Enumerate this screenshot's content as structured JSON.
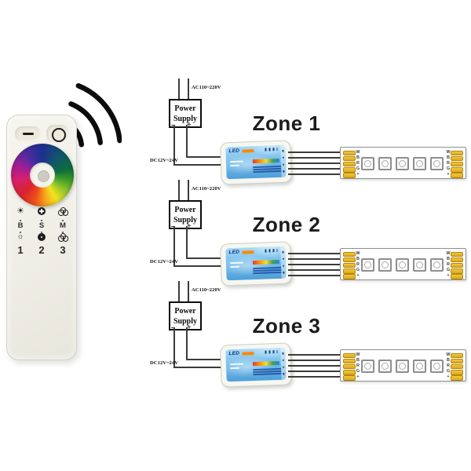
{
  "remote": {
    "icons": {
      "signal": "wireless-arcs",
      "power_dash": "minus-bar",
      "power_circle": "ring",
      "brightness_up": "☀",
      "brightness_down": "☼"
    },
    "keys": {
      "b": "B",
      "s": "S",
      "m": "M"
    },
    "zone_buttons": [
      "1",
      "2",
      "3"
    ]
  },
  "zones": [
    {
      "name": "Zone 1",
      "ac_label": "AC110~220V",
      "dc_label": "DC12V~24V",
      "psu_line1": "Power",
      "psu_line2": "Supply",
      "minus": "-",
      "plus": "+",
      "controller_text": "LED",
      "strip_pads": [
        "W",
        "B",
        "R",
        "G",
        "+"
      ]
    },
    {
      "name": "Zone 2",
      "ac_label": "AC110~220V",
      "dc_label": "DC12V~24V",
      "psu_line1": "Power",
      "psu_line2": "Supply",
      "minus": "-",
      "plus": "+",
      "controller_text": "LED",
      "strip_pads": [
        "W",
        "B",
        "R",
        "G",
        "+"
      ]
    },
    {
      "name": "Zone 3",
      "ac_label": "AC110~220V",
      "dc_label": "DC12V~24V",
      "psu_line1": "Power",
      "psu_line2": "Supply",
      "minus": "-",
      "plus": "+",
      "controller_text": "LED",
      "strip_pads": [
        "W",
        "B",
        "R",
        "G",
        "+"
      ]
    }
  ],
  "colors": {
    "pad_gold": "#e0ae24",
    "controller_label_blue": "#6db7e8",
    "wire": "#3b3b3b",
    "remote_body": "#f0efe7"
  }
}
